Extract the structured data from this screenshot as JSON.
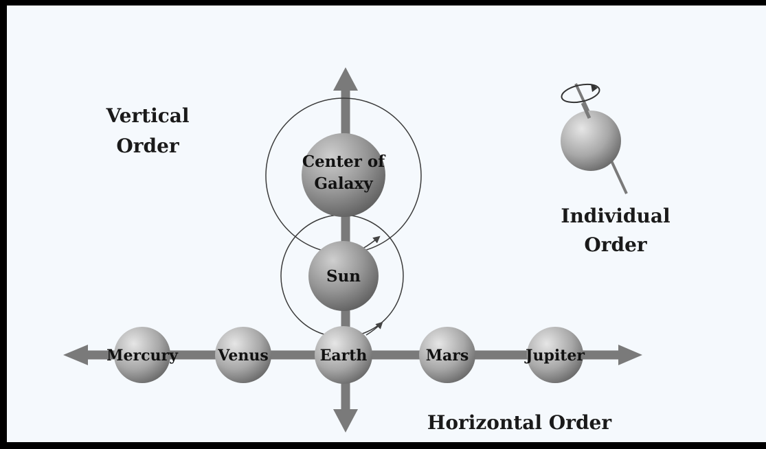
{
  "labels": {
    "vertical_order": [
      "Vertical",
      "Order"
    ],
    "individual_order": [
      "Individual",
      "Order"
    ],
    "horizontal_order": "Horizontal Order"
  },
  "bodies": {
    "galaxy": [
      "Center of",
      "Galaxy"
    ],
    "sun": "Sun",
    "mercury": "Mercury",
    "venus": "Venus",
    "earth": "Earth",
    "mars": "Mars",
    "jupiter": "Jupiter"
  },
  "colors": {
    "background": "#f5f9fd",
    "border": "#000000",
    "axis": "#7a7a7a",
    "sphere_light": "#e4e4e4",
    "sphere_dark": "#6c6c6c"
  }
}
